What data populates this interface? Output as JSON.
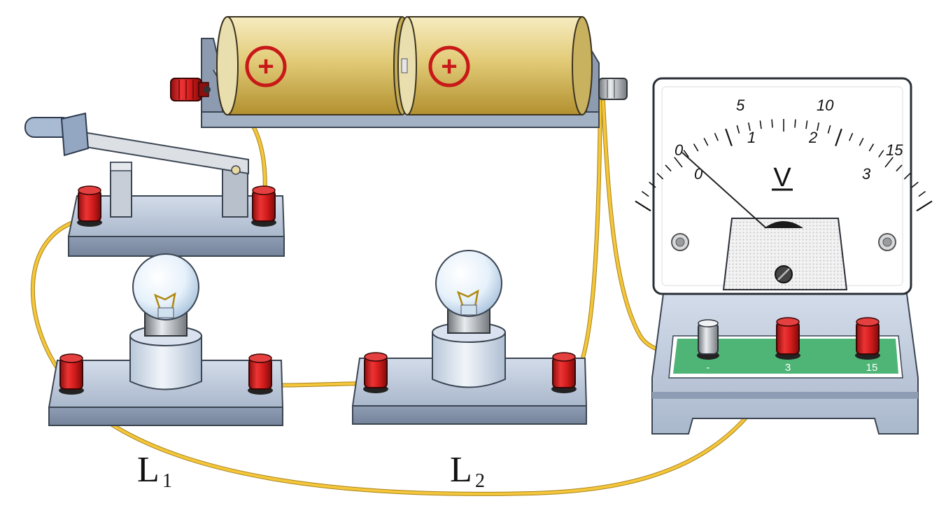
{
  "labels": {
    "bulb1_main": "L",
    "bulb1_sub": "1",
    "bulb2_main": "L",
    "bulb2_sub": "2"
  },
  "battery": {
    "cell_symbol": "+",
    "cell_count": 2
  },
  "voltmeter": {
    "unit": "V",
    "scale_outer": [
      "0",
      "5",
      "10",
      "15"
    ],
    "scale_inner": [
      "0",
      "1",
      "2",
      "3"
    ],
    "terminals": [
      "-",
      "3",
      "15"
    ],
    "needle_reading": 0
  },
  "colors": {
    "wire": "#f2c230",
    "terminal_red": "#d41f1f",
    "base_blue": "#b9c6d8",
    "battery_gold": "#d9c06a",
    "panel_green": "#4fb577"
  }
}
